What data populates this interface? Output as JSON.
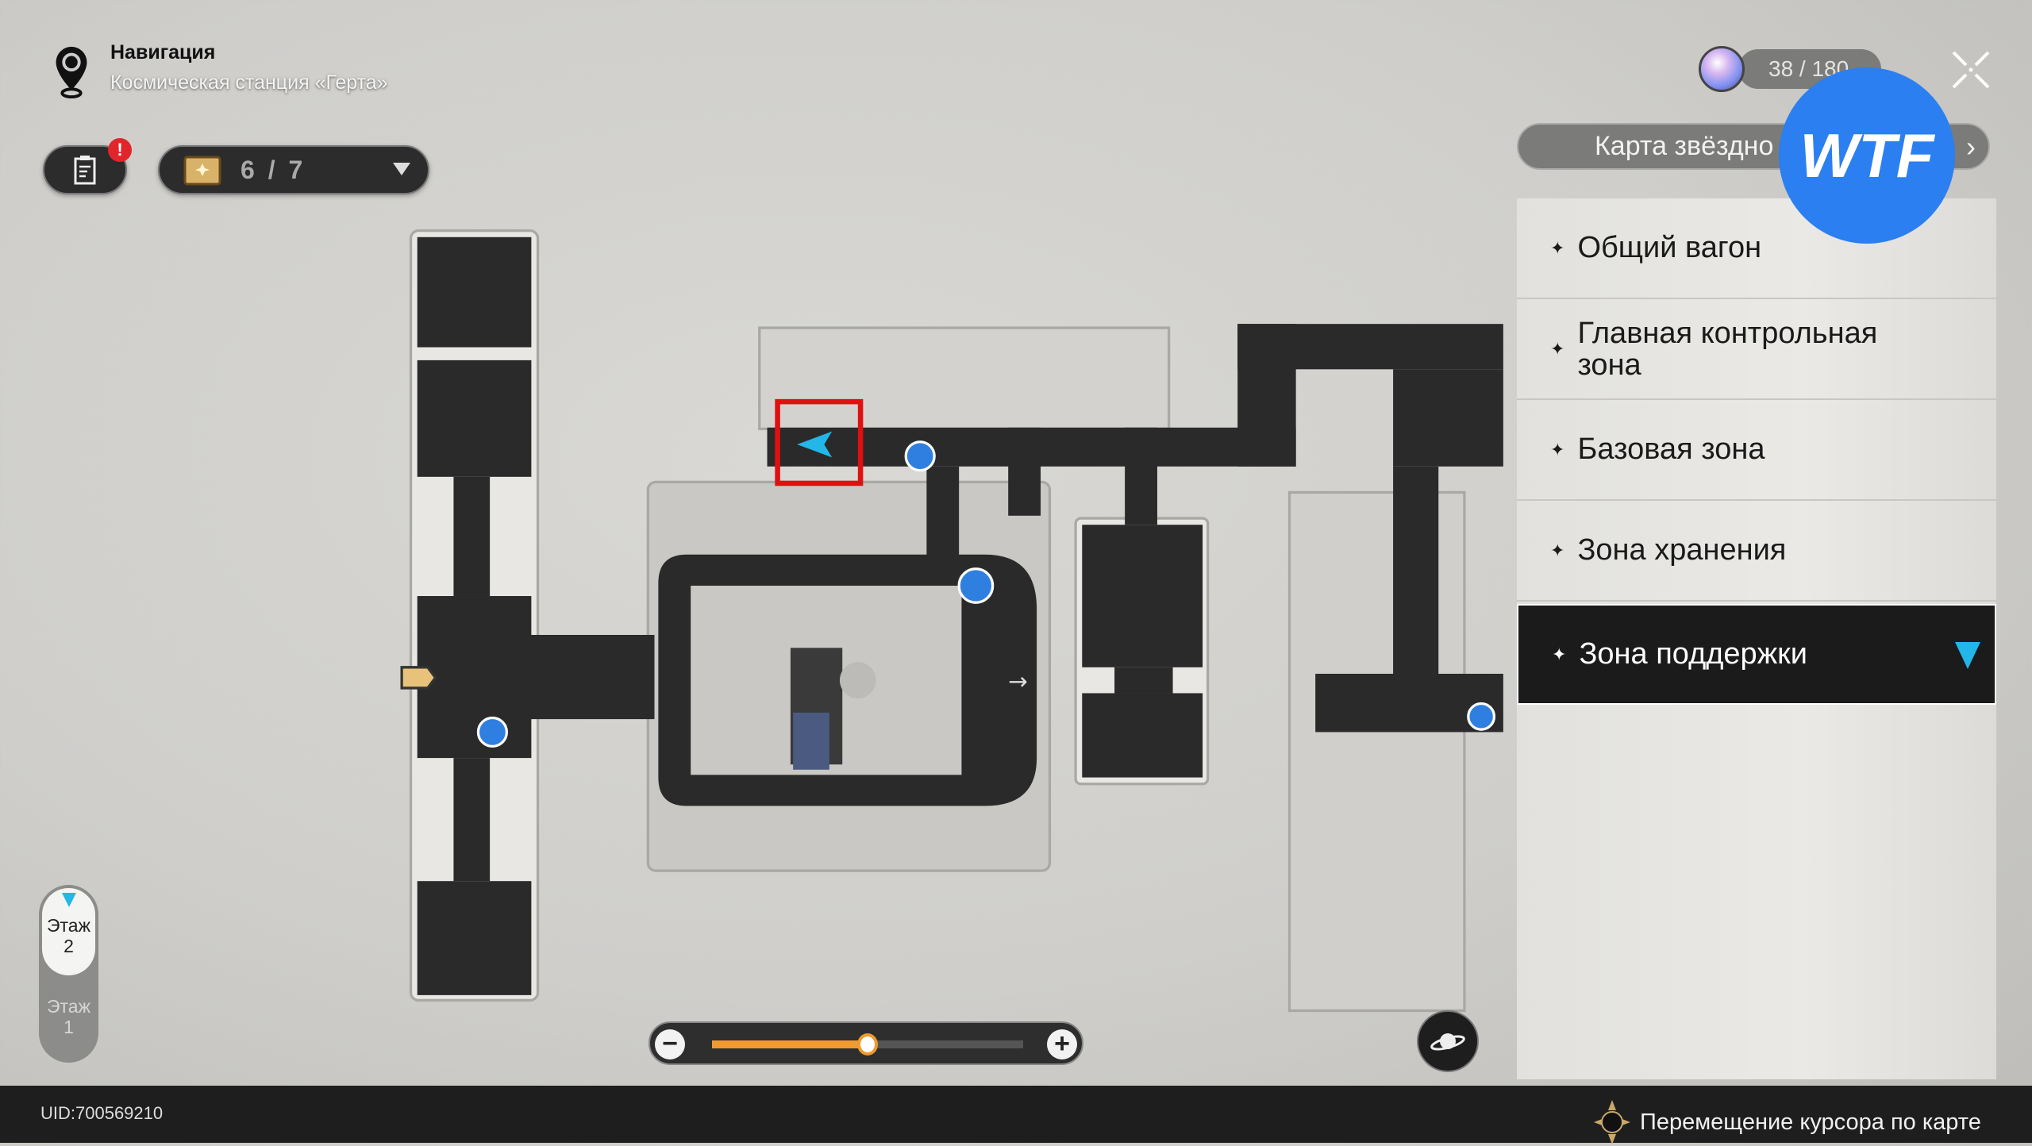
{
  "header": {
    "title": "Навигация",
    "subtitle": "Космическая станция «Герта»"
  },
  "mission_badge": "!",
  "chest": {
    "count": "6 / 7"
  },
  "stamina": {
    "value": "38 / 180"
  },
  "star_map_button": "Карта звёздно",
  "watermark": "WTF",
  "areas": [
    {
      "label": "Общий вагон"
    },
    {
      "label": "Главная контрольная зона"
    },
    {
      "label": "Базовая зона"
    },
    {
      "label": "Зона хранения"
    },
    {
      "label": "Зона поддержки",
      "selected": true
    }
  ],
  "floors": [
    {
      "label": "Этаж",
      "num": "2",
      "active": true
    },
    {
      "label": "Этаж",
      "num": "1",
      "active": false
    }
  ],
  "zoom": {
    "minus": "−",
    "plus": "+",
    "level_percent": 50
  },
  "footer": {
    "uid": "UID:700569210",
    "hint": "Перемещение курсора по карте"
  },
  "colors": {
    "accent": "#f09a30",
    "selected_marker": "#22b7e8",
    "badge": "#e0262a",
    "watermark": "#2b7ff0"
  }
}
